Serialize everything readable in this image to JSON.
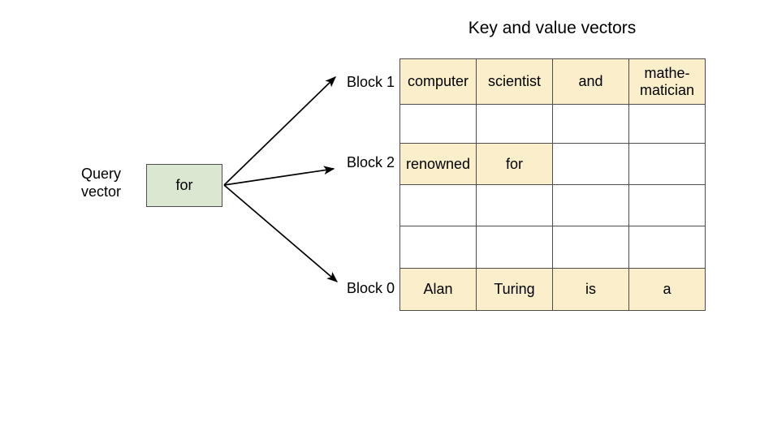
{
  "diagram": {
    "title": "Key and value vectors",
    "query": {
      "label_line1": "Query",
      "label_line2": "vector",
      "token": "for",
      "fill_color": "#dae8d1",
      "border_color": "#4d4d4d"
    },
    "block_labels": [
      {
        "id": "block-1",
        "text": "Block 1"
      },
      {
        "id": "block-2",
        "text": "Block 2"
      },
      {
        "id": "block-0",
        "text": "Block 0"
      }
    ],
    "arrows": [
      {
        "name": "arrow-to-block-1",
        "from": "query-box",
        "to": "block-1"
      },
      {
        "name": "arrow-to-block-2",
        "from": "query-box",
        "to": "block-2"
      },
      {
        "name": "arrow-to-block-0",
        "from": "query-box",
        "to": "block-0"
      }
    ],
    "colors": {
      "cell_filled": "#faefca",
      "cell_empty": "#ffffff",
      "grid_line": "#4d4d4d",
      "query_fill": "#dae8d1",
      "text": "#000000",
      "background": "#ffffff"
    },
    "table": {
      "rows": [
        {
          "row_index": 0,
          "cells": [
            {
              "text": "computer",
              "filled": true
            },
            {
              "text": "scientist",
              "filled": true
            },
            {
              "text": "and",
              "filled": true
            },
            {
              "text": "mathe-\nmatician",
              "filled": true
            }
          ]
        },
        {
          "row_index": 1,
          "cells": [
            {
              "text": "",
              "filled": false
            },
            {
              "text": "",
              "filled": false
            },
            {
              "text": "",
              "filled": false
            },
            {
              "text": "",
              "filled": false
            }
          ]
        },
        {
          "row_index": 2,
          "cells": [
            {
              "text": "renowned",
              "filled": true
            },
            {
              "text": "for",
              "filled": true
            },
            {
              "text": "",
              "filled": false
            },
            {
              "text": "",
              "filled": false
            }
          ]
        },
        {
          "row_index": 3,
          "cells": [
            {
              "text": "",
              "filled": false
            },
            {
              "text": "",
              "filled": false
            },
            {
              "text": "",
              "filled": false
            },
            {
              "text": "",
              "filled": false
            }
          ]
        },
        {
          "row_index": 4,
          "cells": [
            {
              "text": "",
              "filled": false
            },
            {
              "text": "",
              "filled": false
            },
            {
              "text": "",
              "filled": false
            },
            {
              "text": "",
              "filled": false
            }
          ]
        },
        {
          "row_index": 5,
          "cells": [
            {
              "text": "Alan",
              "filled": true
            },
            {
              "text": "Turing",
              "filled": true
            },
            {
              "text": "is",
              "filled": true
            },
            {
              "text": "a",
              "filled": true
            }
          ]
        }
      ]
    }
  }
}
